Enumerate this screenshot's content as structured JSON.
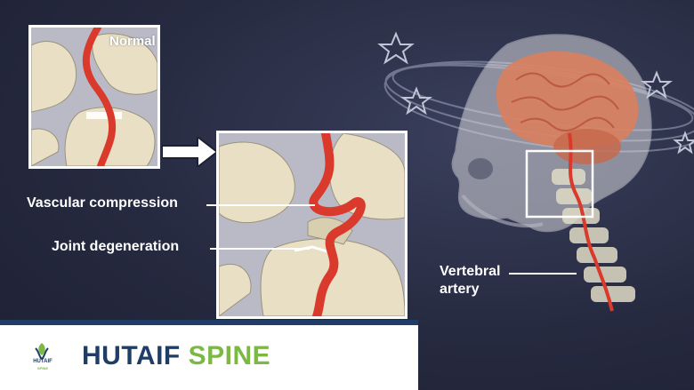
{
  "labels": {
    "normal": "Normal",
    "vascular_compression": "Vascular compression",
    "joint_degeneration": "Joint degeneration",
    "vertebral_artery": "Vertebral artery"
  },
  "brand": {
    "word1": "HUTAIF",
    "word2": "SPINE",
    "logo_word1": "HUTAIF",
    "logo_word2": "SPINE",
    "color_primary": "#1f3d66",
    "color_accent": "#7cb844"
  },
  "colors": {
    "artery": "#d93a2b",
    "bone": "#e8dfc4",
    "background": "#262a40"
  }
}
